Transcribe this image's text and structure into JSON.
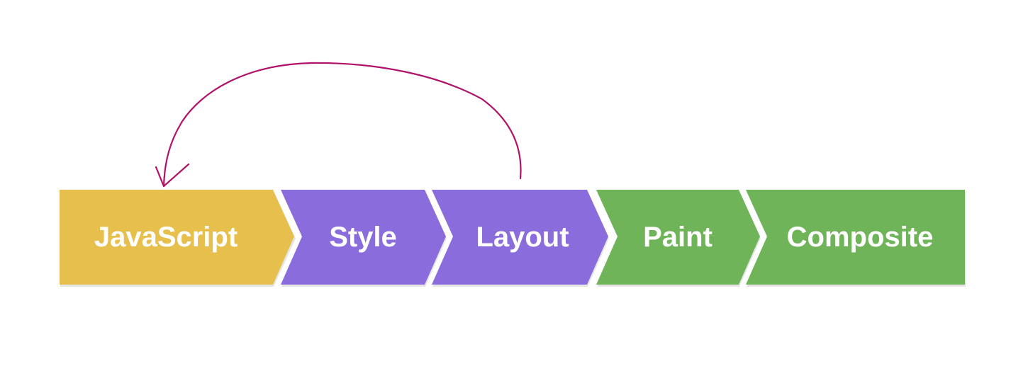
{
  "pipeline": {
    "stages": [
      {
        "label": "JavaScript",
        "color": "#E6BF4C"
      },
      {
        "label": "Style",
        "color": "#8B6CDC"
      },
      {
        "label": "Layout",
        "color": "#8B6CDC"
      },
      {
        "label": "Paint",
        "color": "#70B45A"
      },
      {
        "label": "Composite",
        "color": "#70B45A"
      }
    ],
    "loop_arrow": {
      "from": "Layout",
      "to": "JavaScript",
      "color": "#B0126A"
    }
  }
}
